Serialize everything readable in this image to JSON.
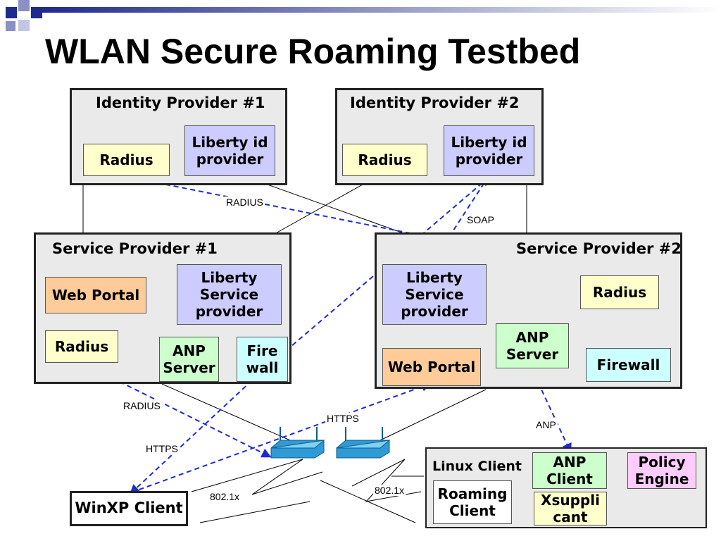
{
  "slide": {
    "title": "WLAN Secure Roaming Testbed"
  },
  "colors": {
    "accent_blue": "#1f2a8f",
    "dashed_link": "#1c2bd6",
    "container_fill": "#eaeaea"
  },
  "idp1": {
    "title": "Identity Provider #1",
    "radius": "Radius",
    "liberty": "Liberty id\nprovider"
  },
  "idp2": {
    "title": "Identity Provider #2",
    "radius": "Radius",
    "liberty": "Liberty id\nprovider"
  },
  "sp1": {
    "title": "Service Provider #1",
    "web_portal": "Web Portal",
    "liberty": "Liberty\nService\nprovider",
    "radius": "Radius",
    "anp": "ANP\nServer",
    "firewall": "Fire\nwall"
  },
  "sp2": {
    "title": "Service Provider #2",
    "liberty": "Liberty\nService\nprovider",
    "radius": "Radius",
    "anp": "ANP\nServer",
    "web_portal": "Web Portal",
    "firewall": "Firewall"
  },
  "linux_client": {
    "title": "Linux Client",
    "anp": "ANP\nClient",
    "policy": "Policy\nEngine",
    "roaming": "Roaming\nClient",
    "xsupplicant": "Xsuppli\ncant"
  },
  "winxp_client": {
    "label": "WinXP Client"
  },
  "links": {
    "radius_top": "RADIUS",
    "soap": "SOAP",
    "radius_bottom": "RADIUS",
    "https_left": "HTTPS",
    "https_mid": "HTTPS",
    "anp": "ANP",
    "dot1x_left": "802.1x",
    "dot1x_right": "802.1x"
  }
}
